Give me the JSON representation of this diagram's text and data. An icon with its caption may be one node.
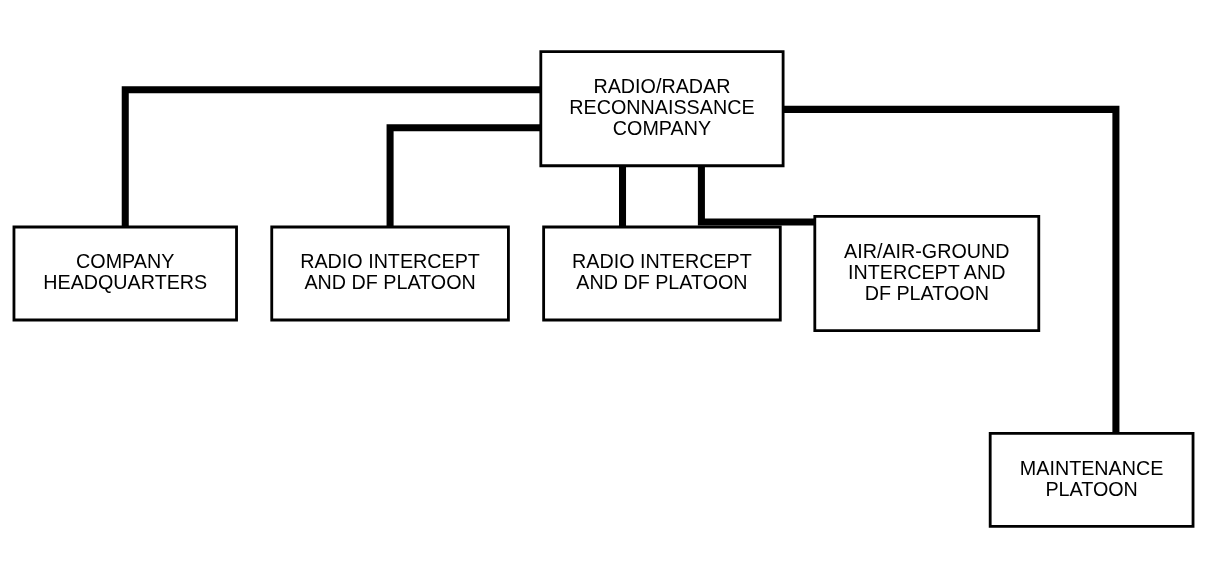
{
  "diagram": {
    "nodes": [
      {
        "text": [
          "RADIO/RADAR RECONNAISSANCE COMPANY"
        ]
      },
      {
        "text": [
          "COMPANY HEADQUARTERS"
        ]
      },
      {
        "text": [
          "RADIO INTERCEPT AND DF PLATOON"
        ]
      },
      {
        "text": [
          "RADIO INTERCEPT AND DF PLATOON"
        ]
      },
      {
        "text": [
          "AIR/AIR-GROUND INTERCEPT AND DF PLATOON"
        ]
      },
      {
        "text": [
          "MAINTENANCE PLATOON"
        ]
      }
    ],
    "edges": [
      {
        "from": 0,
        "to": 1,
        "arrow": "none"
      },
      {
        "from": 0,
        "to": 2,
        "arrow": "none"
      },
      {
        "from": 0,
        "to": 5,
        "arrow": "none"
      },
      {
        "from": 0,
        "to": 3,
        "arrow": "none"
      },
      {
        "from": 0,
        "to": 4,
        "arrow": "none"
      }
    ]
  }
}
